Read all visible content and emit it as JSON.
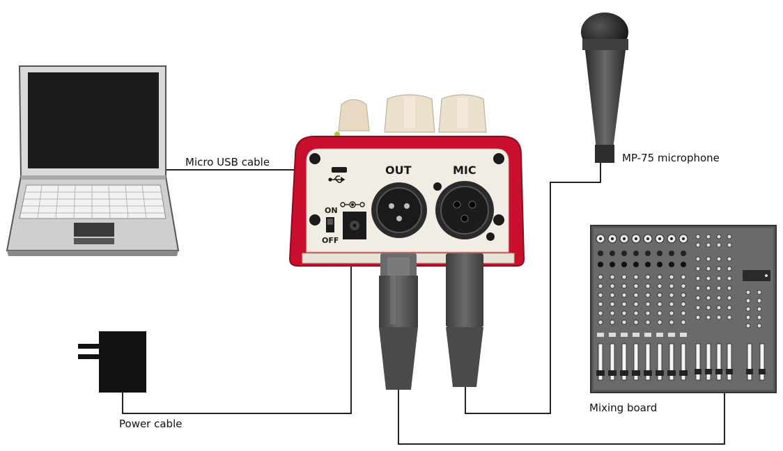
{
  "labels": {
    "micro_usb_cable": "Micro USB cable",
    "microphone": "MP-75 microphone",
    "mixing_board": "Mixing board",
    "power_cable": "Power cable"
  },
  "device": {
    "out_label": "OUT",
    "mic_label": "MIC",
    "switch_on": "ON",
    "switch_off": "OFF"
  },
  "colors": {
    "device_red": "#c8102e",
    "device_panel": "#f1ede4",
    "knob": "#eadcc8",
    "connector_dark": "#5a5a5a",
    "cable": "#222222"
  },
  "icons": [
    "usb-icon",
    "dc-polarity-icon"
  ]
}
